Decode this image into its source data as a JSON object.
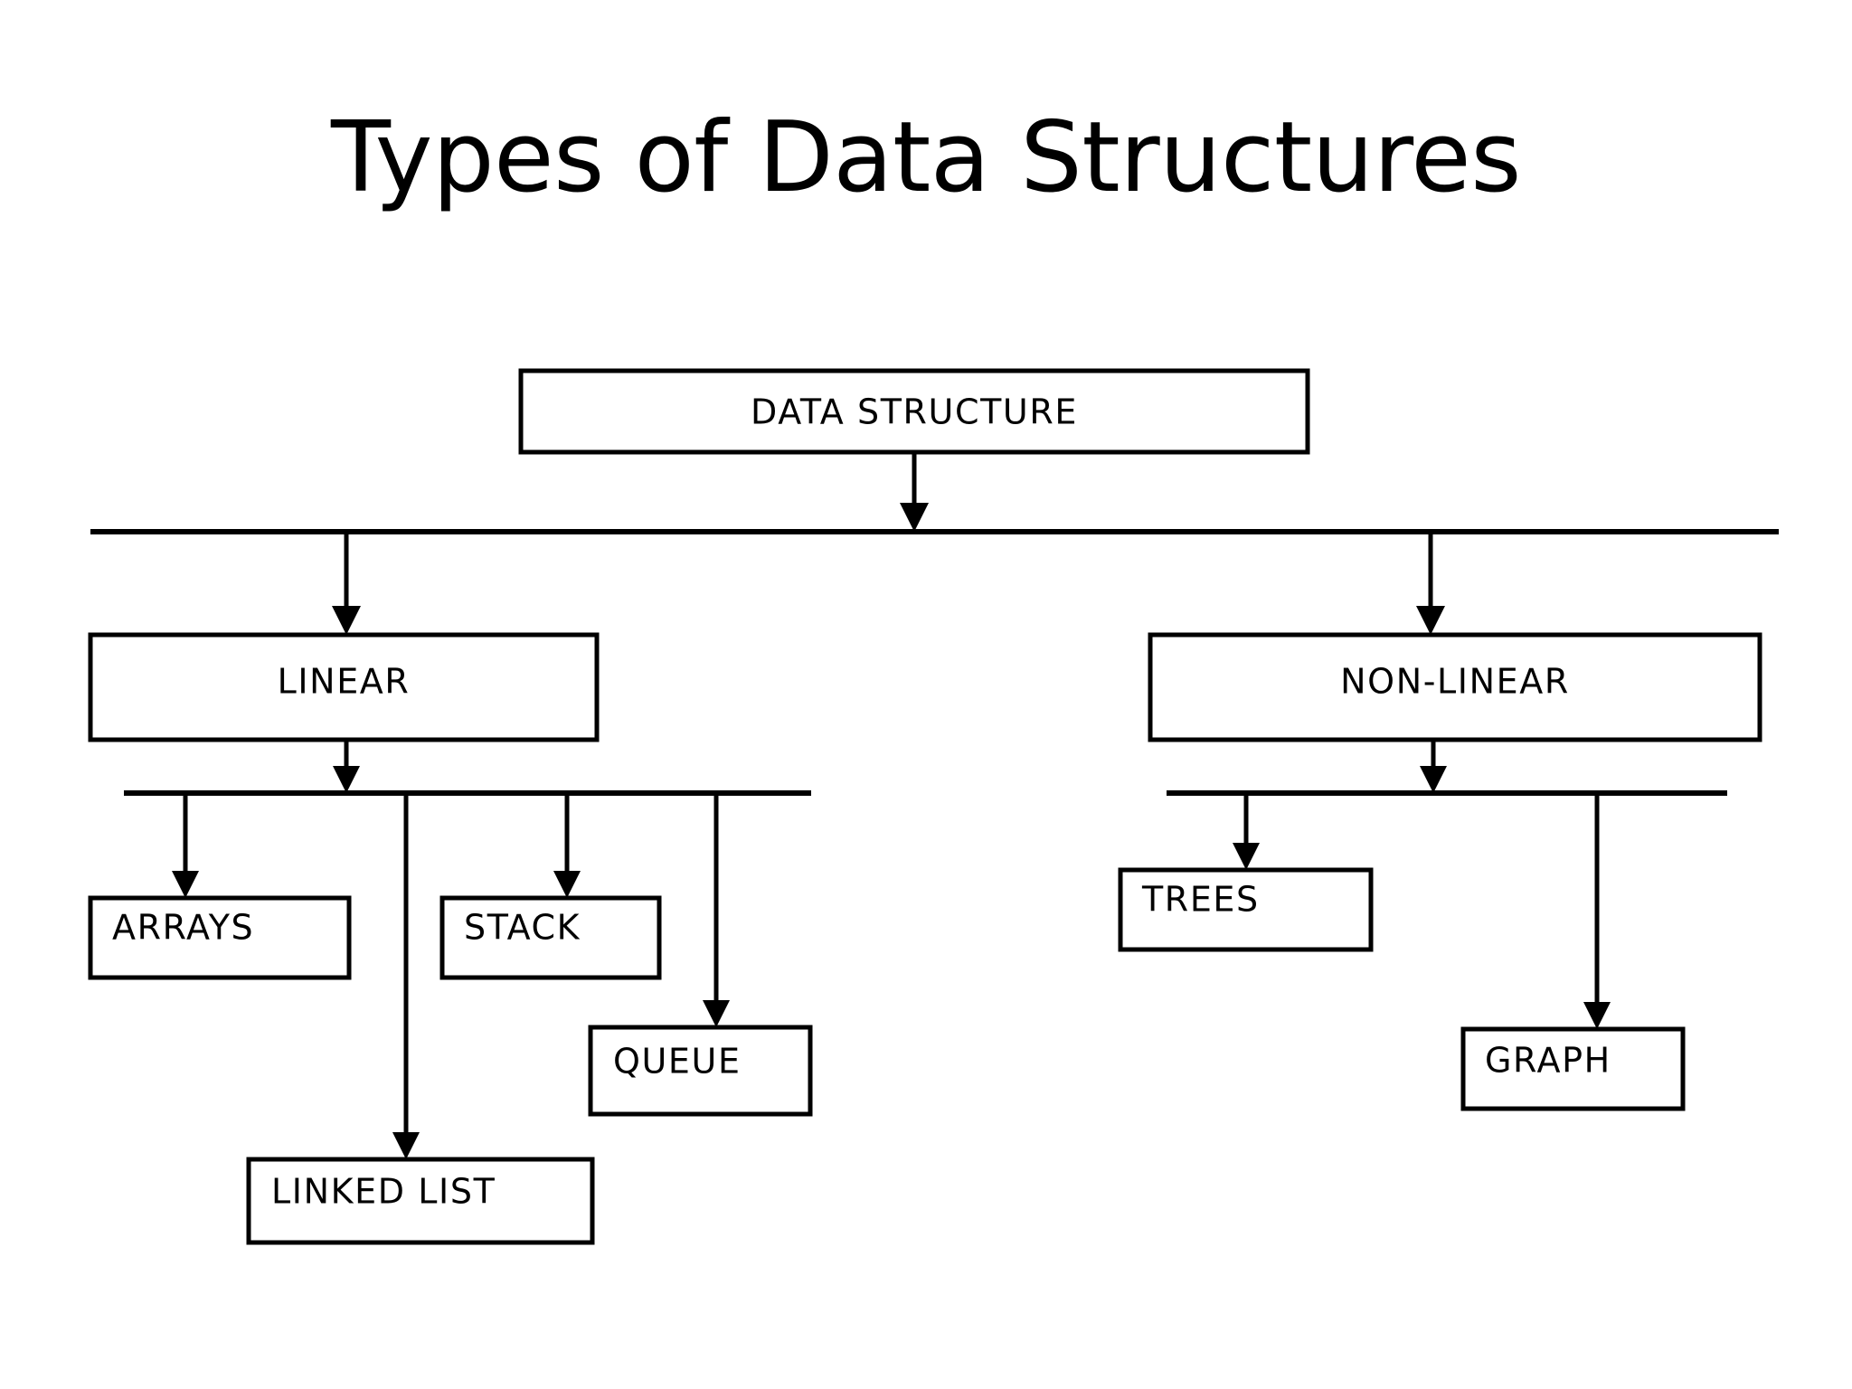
{
  "slide": {
    "title": "Types of Data Structures",
    "background_color": "#ffffff",
    "line_color": "#000000"
  },
  "diagram": {
    "type": "hierarchy-tree",
    "root": {
      "id": "data-structure",
      "label": "DATA STRUCTURE"
    },
    "level1": [
      {
        "id": "linear",
        "label": "LINEAR"
      },
      {
        "id": "non-linear",
        "label": "NON-LINEAR"
      }
    ],
    "level2_linear": [
      {
        "id": "arrays",
        "label": "ARRAYS"
      },
      {
        "id": "stack",
        "label": "STACK"
      },
      {
        "id": "queue",
        "label": "QUEUE"
      },
      {
        "id": "linked-list",
        "label": "LINKED LIST"
      }
    ],
    "level2_nonlinear": [
      {
        "id": "trees",
        "label": "TREES"
      },
      {
        "id": "graph",
        "label": "GRAPH"
      }
    ],
    "edges": [
      {
        "from": "data-structure",
        "to": "linear"
      },
      {
        "from": "data-structure",
        "to": "non-linear"
      },
      {
        "from": "linear",
        "to": "arrays"
      },
      {
        "from": "linear",
        "to": "stack"
      },
      {
        "from": "linear",
        "to": "queue"
      },
      {
        "from": "linear",
        "to": "linked-list"
      },
      {
        "from": "non-linear",
        "to": "trees"
      },
      {
        "from": "non-linear",
        "to": "graph"
      }
    ]
  }
}
